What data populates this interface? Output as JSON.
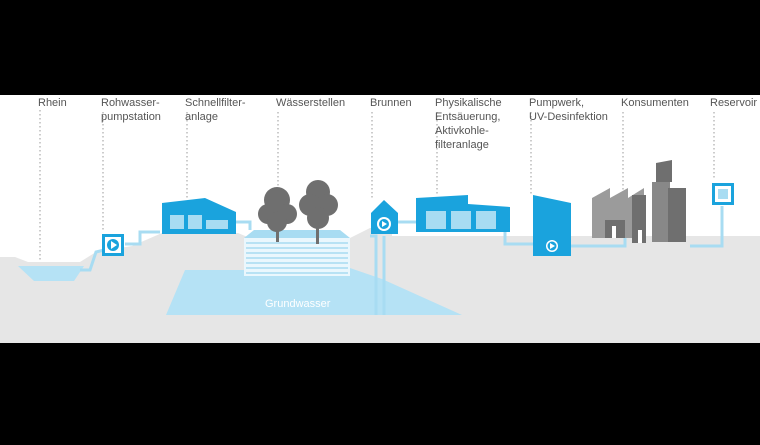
{
  "colors": {
    "background": "#ffffff",
    "outer": "#000000",
    "ground": "#e6e6e6",
    "blue": "#1aa3dd",
    "light_blue": "#a8dcf2",
    "water": "#b5e2f5",
    "gray": "#888888",
    "dark_gray": "#6f6f6f",
    "dotted": "#9a9a9a",
    "text": "#555555"
  },
  "labels": {
    "rhein": "Rhein",
    "rohwasser_1": "Rohwasser-",
    "rohwasser_2": "pumpstation",
    "schnellfilter_1": "Schnellfilter-",
    "schnellfilter_2": "anlage",
    "waesserstellen": "Wässerstellen",
    "brunnen": "Brunnen",
    "physik_1": "Physikalische",
    "physik_2": "Entsäuerung,",
    "physik_3": "Aktivkohle-",
    "physik_4": "filteranlage",
    "pumpwerk_1": "Pumpwerk,",
    "pumpwerk_2": "UV-Desinfektion",
    "konsumenten": "Konsumenten",
    "reservoir": "Reservoir",
    "grundwasser": "Grundwasser"
  },
  "icons": {
    "pump": "pump-icon",
    "tree": "tree-icon",
    "factory": "factory-icon",
    "reservoir": "reservoir-icon"
  }
}
